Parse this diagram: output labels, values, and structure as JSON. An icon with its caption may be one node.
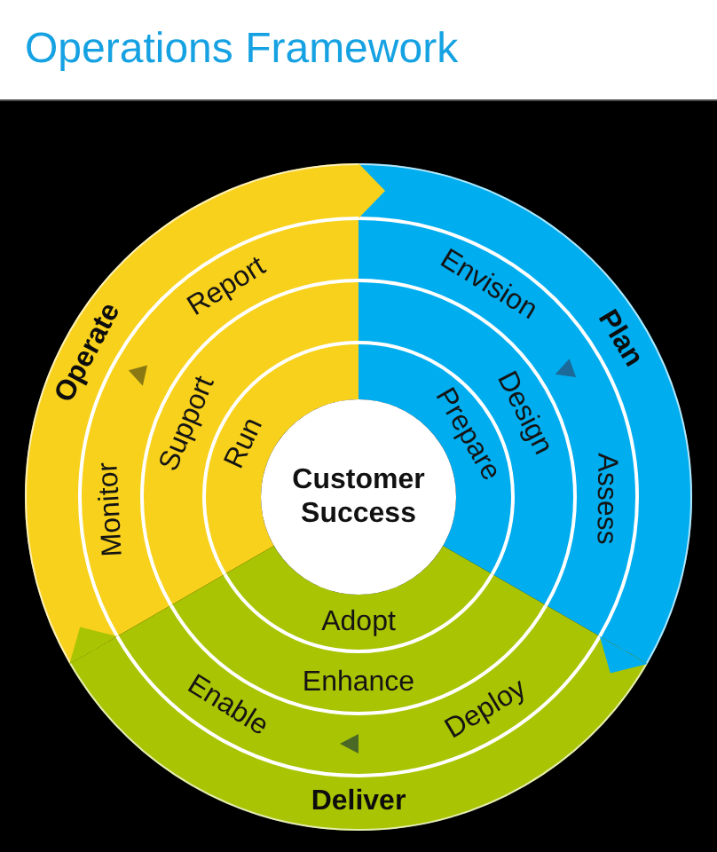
{
  "diagram": {
    "title": "Operations Framework",
    "nodes": [
      {
        "text": [
          "Operate",
          "Report",
          "Monitor",
          "Support",
          "Run"
        ]
      },
      {
        "text": [
          "Plan",
          "Envision",
          "Assess",
          "Design",
          "Prepare"
        ]
      },
      {
        "text": [
          "Customer Success"
        ]
      },
      {
        "text": [
          "Adopt",
          "Enhance",
          "Enable",
          "Deploy",
          "Deliver"
        ]
      }
    ],
    "edges": [
      {
        "from": 0,
        "to": 1,
        "arrow": "to",
        "color": "#f8d11c"
      },
      {
        "from": 1,
        "to": 3,
        "arrow": "to",
        "color": "#00adef"
      },
      {
        "from": 3,
        "to": 0,
        "arrow": "to",
        "color": "#a9c402"
      }
    ]
  }
}
